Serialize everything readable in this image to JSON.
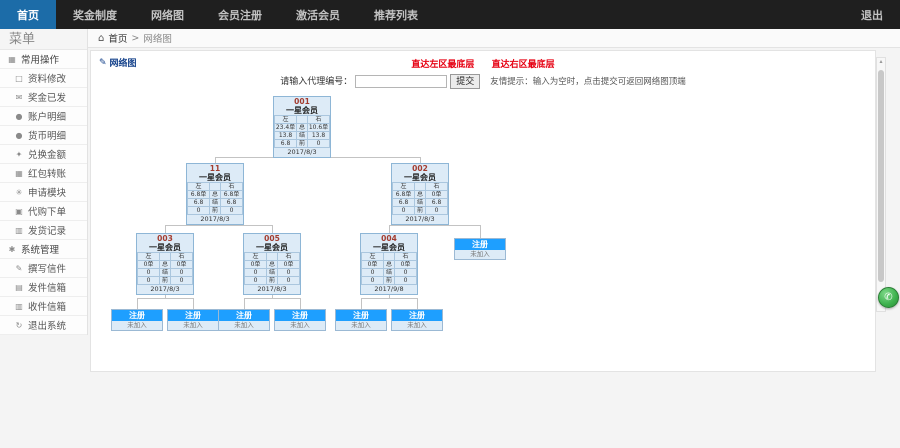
{
  "navbar": {
    "items": [
      {
        "label": "首页"
      },
      {
        "label": "奖金制度"
      },
      {
        "label": "网络图"
      },
      {
        "label": "会员注册"
      },
      {
        "label": "激活会员"
      },
      {
        "label": "推荐列表"
      }
    ],
    "logout": "退出"
  },
  "sidebar": {
    "title": "菜单",
    "items": [
      {
        "icon": "▦",
        "label": "常用操作"
      },
      {
        "icon": "□",
        "label": "资料修改"
      },
      {
        "icon": "✉",
        "label": "奖金已发"
      },
      {
        "icon": "●",
        "label": "账户明细"
      },
      {
        "icon": "●",
        "label": "货币明细"
      },
      {
        "icon": "✦",
        "label": "兑换金额"
      },
      {
        "icon": "▦",
        "label": "红包转账"
      },
      {
        "icon": "✳",
        "label": "申请模块"
      },
      {
        "icon": "▣",
        "label": "代购下单"
      },
      {
        "icon": "▥",
        "label": "发货记录"
      },
      {
        "icon": "✱",
        "label": "系统管理"
      },
      {
        "icon": "✎",
        "label": "撰写信件"
      },
      {
        "icon": "▤",
        "label": "发件信箱"
      },
      {
        "icon": "▥",
        "label": "收件信箱"
      },
      {
        "icon": "↻",
        "label": "退出系统"
      }
    ]
  },
  "breadcrumb": {
    "home": "首页",
    "separator": ">",
    "current": "网络图"
  },
  "panel": {
    "title": "网络图",
    "quick_links": {
      "left": "直达左区最底层",
      "right": "直达右区最底层"
    },
    "form": {
      "label": "请输入代理编号：",
      "button": "提交",
      "hint": "友情提示：输入为空时，点击提交可返回网络图顶端"
    }
  },
  "tree": {
    "labels": {
      "left": "左",
      "right": "右",
      "rows": [
        "总",
        "结",
        "前"
      ]
    },
    "register_label": "注册",
    "not_joined_label": "未加入",
    "nodes": [
      {
        "id": "001",
        "level": "一星会员",
        "left": [
          "23.4单",
          "13.8",
          "6.8"
        ],
        "right": [
          "10.6单",
          "13.8",
          "0"
        ],
        "date": "2017/8/3"
      },
      {
        "id": "11",
        "level": "一星会员",
        "left": [
          "6.8单",
          "6.8",
          "0"
        ],
        "right": [
          "6.8单",
          "6.8",
          "0"
        ],
        "date": "2017/8/3"
      },
      {
        "id": "002",
        "level": "一星会员",
        "left": [
          "6.8单",
          "6.8",
          "0"
        ],
        "right": [
          "0单",
          "6.8",
          "0"
        ],
        "date": "2017/8/3"
      },
      {
        "id": "003",
        "level": "一星会员",
        "left": [
          "0单",
          "0",
          "0"
        ],
        "right": [
          "0单",
          "0",
          "0"
        ],
        "date": "2017/8/3"
      },
      {
        "id": "005",
        "level": "一星会员",
        "left": [
          "0单",
          "0",
          "0"
        ],
        "right": [
          "0单",
          "0",
          "0"
        ],
        "date": "2017/8/3"
      },
      {
        "id": "004",
        "level": "一星会员",
        "left": [
          "0单",
          "0",
          "0"
        ],
        "right": [
          "0单",
          "0",
          "0"
        ],
        "date": "2017/9/8"
      }
    ]
  }
}
